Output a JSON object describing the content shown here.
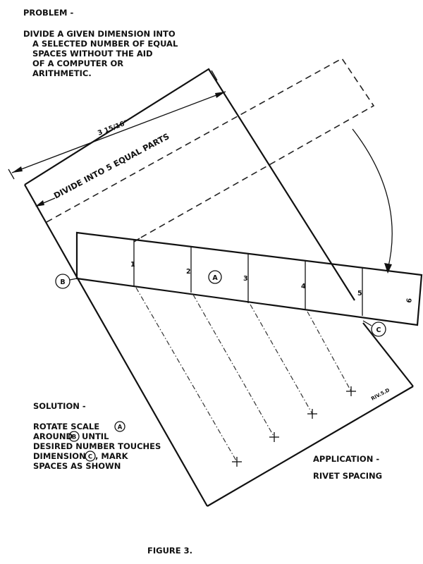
{
  "problem": {
    "heading": "PROBLEM -",
    "lines": [
      "DIVIDE A GIVEN DIMENSION INTO",
      "A SELECTED NUMBER OF EQUAL",
      "SPACES WITHOUT THE AID",
      "OF A COMPUTER OR",
      "ARITHMETIC."
    ]
  },
  "dimension_label": "3 15/16\"",
  "divide_label": "DIVIDE INTO 5 EQUAL PARTS",
  "scale_numbers": [
    "1",
    "2",
    "3",
    "4",
    "5",
    "6"
  ],
  "markers": {
    "a": "A",
    "b": "B",
    "c": "C"
  },
  "small_note": "RIV.5.D",
  "solution": {
    "heading": "SOLUTION -",
    "lines": [
      "ROTATE SCALE",
      "AROUND",
      "UNTIL",
      "DESIRED NUMBER TOUCHES",
      "DIMENSION",
      ", MARK",
      "SPACES AS SHOWN"
    ]
  },
  "application": {
    "heading": "APPLICATION -",
    "text": "RIVET SPACING"
  },
  "figure_caption": "FIGURE 3."
}
